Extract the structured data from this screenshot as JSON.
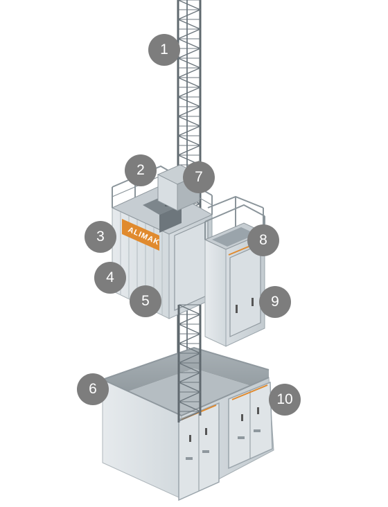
{
  "brand_label": "ALIMAK",
  "colors": {
    "callout": "#7d7d7d",
    "accent": "#e08a2e",
    "steel": "#cfd6db",
    "steel_dark": "#9aa4ab",
    "mast": "#6b757c"
  },
  "callouts": [
    {
      "label": "1"
    },
    {
      "label": "2"
    },
    {
      "label": "3"
    },
    {
      "label": "4"
    },
    {
      "label": "5"
    },
    {
      "label": "6"
    },
    {
      "label": "7"
    },
    {
      "label": "8"
    },
    {
      "label": "9"
    },
    {
      "label": "10"
    }
  ]
}
